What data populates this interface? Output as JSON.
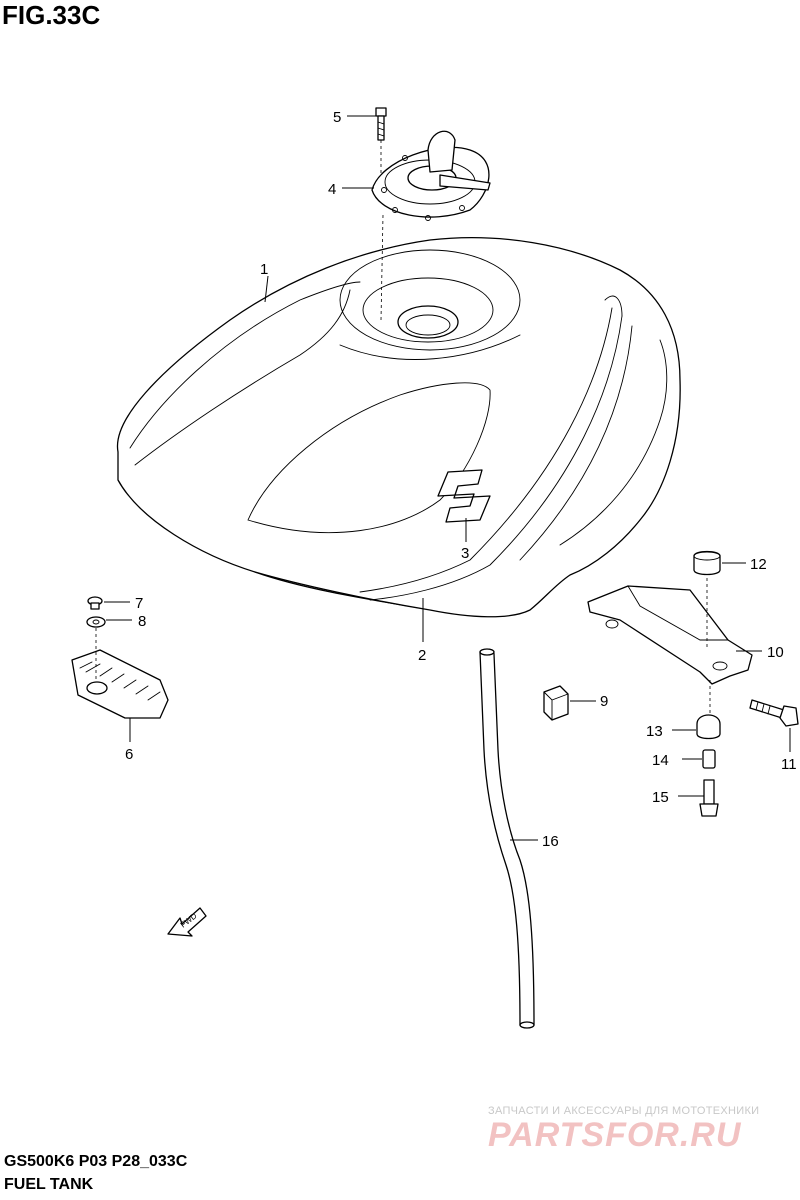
{
  "figure": {
    "title": "FIG.33C",
    "model_code": "GS500K6 P03 P28_033C",
    "name": "FUEL TANK"
  },
  "callouts": [
    {
      "id": "c1",
      "label": "1"
    },
    {
      "id": "c2",
      "label": "2"
    },
    {
      "id": "c3",
      "label": "3"
    },
    {
      "id": "c4",
      "label": "4"
    },
    {
      "id": "c5",
      "label": "5"
    },
    {
      "id": "c6",
      "label": "6"
    },
    {
      "id": "c7",
      "label": "7"
    },
    {
      "id": "c8",
      "label": "8"
    },
    {
      "id": "c9",
      "label": "9"
    },
    {
      "id": "c10",
      "label": "10"
    },
    {
      "id": "c11",
      "label": "11"
    },
    {
      "id": "c12",
      "label": "12"
    },
    {
      "id": "c13",
      "label": "13"
    },
    {
      "id": "c14",
      "label": "14"
    },
    {
      "id": "c15",
      "label": "15"
    },
    {
      "id": "c16",
      "label": "16"
    }
  ],
  "fwd_label": "FWD",
  "watermark": {
    "tagline": "ЗАПЧАСТИ И АКСЕССУАРЫ ДЛЯ МОТОТЕХНИКИ",
    "logo": "PARTSFOR.RU",
    "color": "#f2c2c2"
  }
}
